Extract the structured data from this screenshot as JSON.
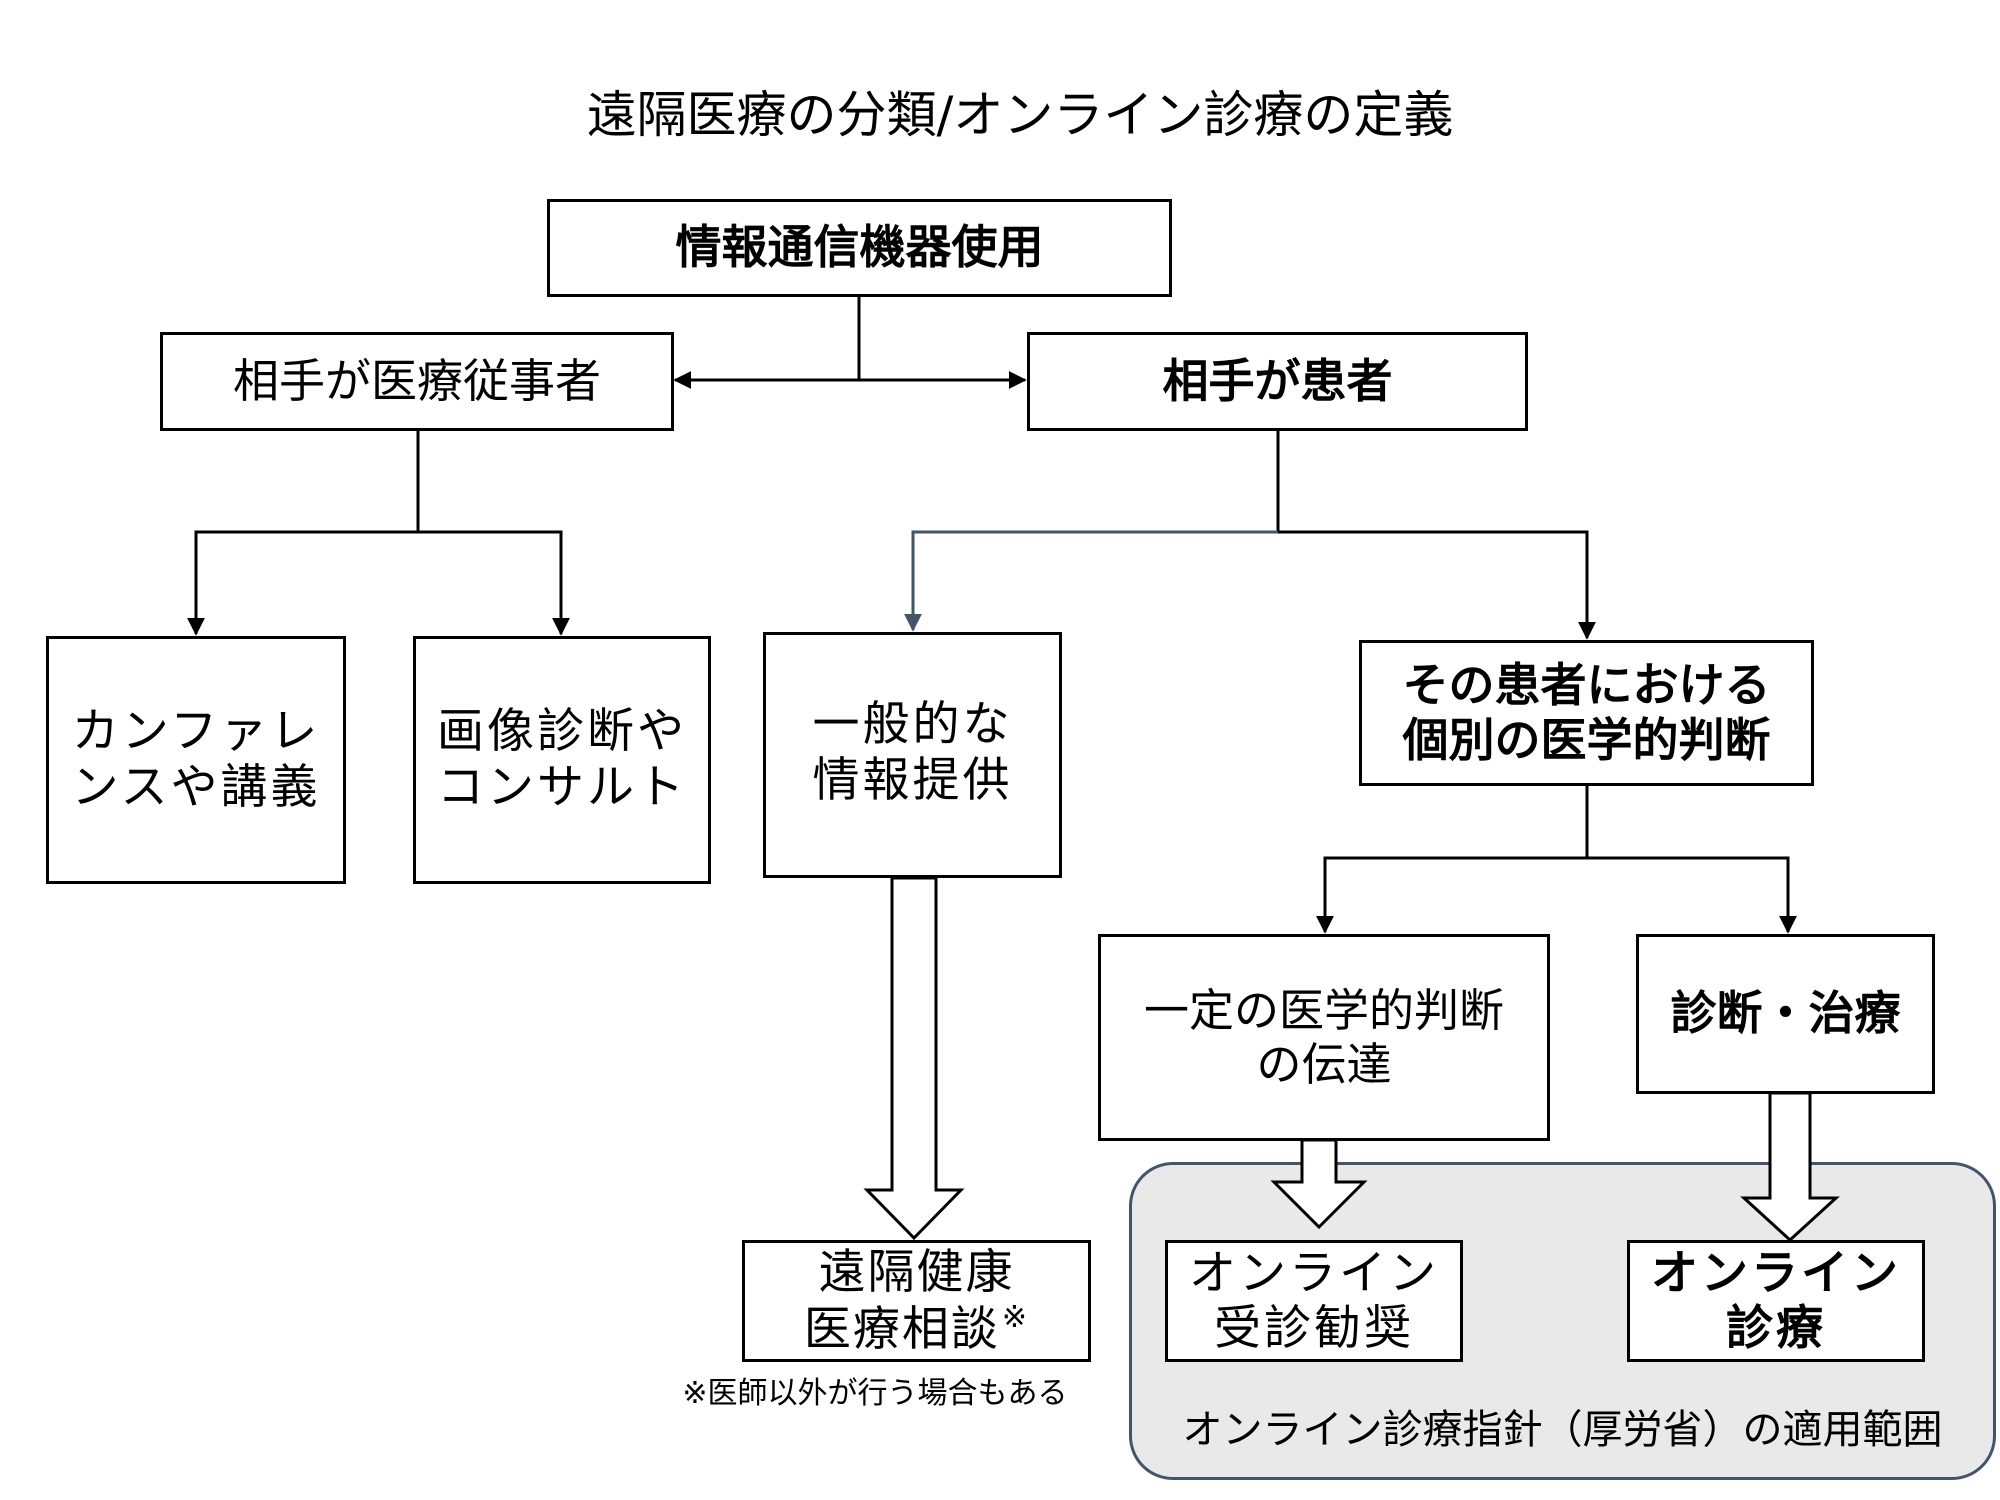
{
  "title": "遠隔医療の分類/オンライン診療の定義",
  "nodes": {
    "root": [
      "情報通信機器使用"
    ],
    "medical_staff": [
      "相手が医療従事者"
    ],
    "patient": [
      "相手が患者"
    ],
    "conference": [
      "カンファレ",
      "ンスや講義"
    ],
    "image_consult": [
      "画像診断や",
      "コンサルト"
    ],
    "general_info": [
      "一般的な",
      "情報提供"
    ],
    "individual_judgment": [
      "その患者における",
      "個別の医学的判断"
    ],
    "fixed_judgment": [
      "一定の医学的判断",
      "の伝達"
    ],
    "diagnosis": [
      "診断・治療"
    ],
    "remote_consult": [
      "遠隔健康",
      "医療相談"
    ],
    "remote_consult_mark": "※",
    "online_recommend": [
      "オンライン",
      "受診勧奨"
    ],
    "online_care": [
      "オンライン",
      "診療"
    ]
  },
  "footnote": "※医師以外が行う場合もある",
  "scope_label": "オンライン診療指針（厚労省）の適用範囲",
  "colors": {
    "line": "#000000",
    "accent_line": "#44546a",
    "scope_fill": "#e9e9e9"
  }
}
